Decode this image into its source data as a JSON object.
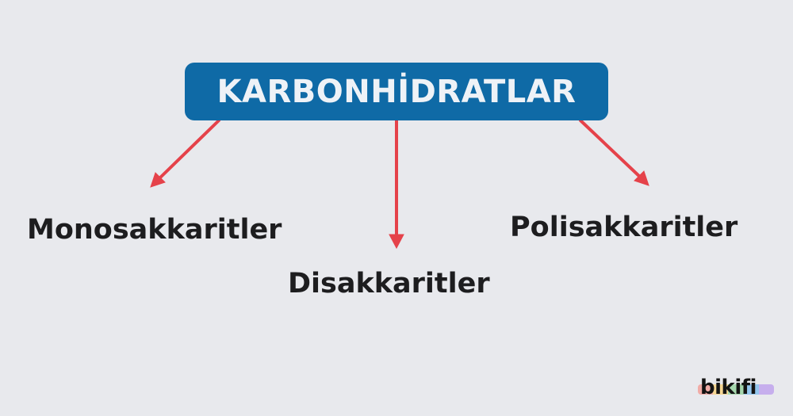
{
  "root": {
    "label": "KARBONHİDRATLAR",
    "color": "#0f6aa6"
  },
  "children": [
    {
      "label": "Monosakkaritler"
    },
    {
      "label": "Disakkaritler"
    },
    {
      "label": "Polisakkaritler"
    }
  ],
  "arrow_color": "#e5424a",
  "brand": {
    "name": "bikifi",
    "stripe_colors": [
      "#f2a6a0",
      "#f7d48a",
      "#9fd6a8",
      "#8cc4f0",
      "#c3a8ee"
    ]
  }
}
